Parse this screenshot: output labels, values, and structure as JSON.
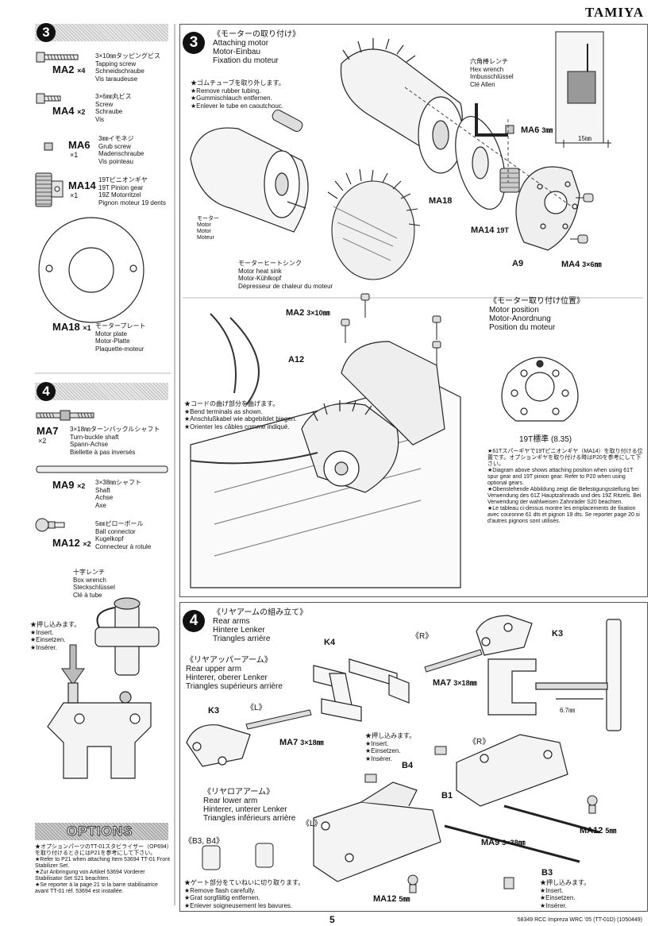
{
  "brand": "TAMIYA",
  "footer": {
    "page_number": "5",
    "doc_ref": "58349 RCC Impreza WRC '05 (TT-01D) (1050449)"
  },
  "left_step3": {
    "number": "3",
    "parts": [
      {
        "code": "MA2",
        "qty": "×4",
        "desc": "3×10㎜タッピングビス\nTapping screw\nSchneidschraube\nVis taraudeuse"
      },
      {
        "code": "MA4",
        "qty": "×2",
        "desc": "3×6㎜丸ビス\nScrew\nSchraube\nVis"
      },
      {
        "code": "MA6",
        "qty": "×1",
        "desc": "3㎜イモネジ\nGrub screw\nMadenschraube\nVis pointeau"
      },
      {
        "code": "MA14",
        "qty": "×1",
        "desc": "19Tピニオンギヤ\n19T Pinion gear\n19Z Motorritzel\nPignon moteur 19 dents"
      },
      {
        "code": "MA18",
        "qty": "×1",
        "desc": "モータープレート\nMotor plate\nMotor-Platte\nPlaquette-moteur"
      }
    ]
  },
  "left_step4": {
    "number": "4",
    "parts": [
      {
        "code": "MA7",
        "qty": "×2",
        "desc": "3×18㎜ターンバックルシャフト\nTurn-buckle shaft\nSpann-Achse\nBiellette à pas inversés"
      },
      {
        "code": "MA9",
        "qty": "×2",
        "desc": "3×38㎜シャフト\nShaft\nAchse\nAxe"
      },
      {
        "code": "MA12",
        "qty": "×2",
        "desc": "5㎜ピローボール\nBall connector\nKugelkopf\nConnecteur à rotule"
      }
    ],
    "tool": "十字レンチ\nBox wrench\nSteckschlüssel\nClé à tube",
    "insert_note": "★押し込みます。\n★Insert.\n★Einsetzen.\n★Insérer."
  },
  "options": {
    "title": "OPTIONS",
    "text": "★オプションパーツのTT-01スタビライザー（OP694）を取り付けるときにはP21を参考にして下さい。\n★Refer to P21 when attaching Item 53694 TT-01 Front Stabilizer Set.\n★Zur Anbringung von Artikel 53694 Vorderer Stabilisator Set S21 beachten.\n★Se reporter à la page 21 si la barre stabilisatrice avant TT-01 réf. 53694 est installée."
  },
  "main_step3": {
    "number": "3",
    "title": "《モーターの取り付け》\nAttaching motor\nMotor-Einbau\nFixation du moteur",
    "rubber_note": "★ゴムチューブを取り外します。\n★Remove rubber tubing.\n★Gummischlauch entfernen.\n★Enlever le tube en caoutchouc.",
    "motor_label": "モーター\nMotor\nMotor\nMoteur",
    "heatsink_label": "モーターヒートシンク\nMotor heat sink\nMotor-Kühlkopf\nDépresseur de chaleur du moteur",
    "hex_wrench": "六角棒レンチ\nHex wrench\nImbusschlüssel\nClé Allen",
    "dim_15": "15㎜",
    "callouts": {
      "ma6": "MA6",
      "ma6_size": "3㎜",
      "ma18": "MA18",
      "ma14": "MA14",
      "ma14_t": "19T",
      "a9": "A9",
      "ma4": "MA4",
      "ma4_size": "3×6㎜",
      "ma2": "MA2",
      "ma2_size": "3×10㎜",
      "a12": "A12"
    },
    "bend_note": "★コードの曲げ部分を曲げます。\n★Bend terminals as shown.\n★Anschlußkabel wie abgebildet biegen.\n★Orienter les câbles comme indiqué.",
    "position_title": "《モーター取り付け位置》\nMotor position\nMotor-Anordnung\nPosition du moteur",
    "position_label": "19T標準 (8.35)",
    "position_note": "★61Tスパーギヤで19Tピニオンギヤ（MA14）を取り付ける位置です。オプションギヤを取り付ける時はP20を参考にして下さい。\n★Diagram above shows attaching position when using 61T spur gear and 19T pinion gear. Refer to P20 when using optional gears.\n★Obenstehende Abbildung zeigt die Befestigungsstellung bei Verwendung des 61Z Hauptzahnrads und des 19Z Ritzels. Bei Verwendung der wahlweisen Zahnräder S20 beachten.\n★Le tableau ci-dessus montre les emplacements de fixation avec couronne 61 dts et pignon 19 dts. Se reporter page 20 si d'autres pignons sont utilisés."
  },
  "main_step4": {
    "number": "4",
    "title": "《リヤアームの組み立て》\nRear arms\nHintere Lenker\nTriangles arrière",
    "upper_title": "《リヤアッパーアーム》\nRear upper arm\nHinterer, oberer Lenker\nTriangles supérieurs arrière",
    "lower_title": "《リヤロアアーム》\nRear lower arm\nHinterer, unterer Lenker\nTriangles inférieurs arrière",
    "b3b4": "《B3, B4》",
    "cut_note": "★ゲート部分をていねいに切り取ります。\n★Remove flash carefully.\n★Grat sorgfältig entfernen.\n★Enlever soigneusement les bavures.",
    "insert_note": "★押し込みます。\n★Insert.\n★Einsetzen.\n★Insérer.",
    "callouts": {
      "k4": "K4",
      "k3_right": "K3",
      "k3_left": "K3",
      "r1": "《R》",
      "l1": "《L》",
      "r2": "《R》",
      "l2": "《L》",
      "ma7a": "MA7",
      "ma7a_size": "3×18㎜",
      "ma7b": "MA7",
      "ma7b_size": "3×18㎜",
      "b4": "B4",
      "b1": "B1",
      "ma9": "MA9",
      "ma9_size": "3×38㎜",
      "ma12a": "MA12",
      "ma12a_size": "5㎜",
      "ma12b": "MA12",
      "ma12b_size": "5㎜",
      "b3": "B3",
      "dim_67": "6.7㎜"
    }
  }
}
